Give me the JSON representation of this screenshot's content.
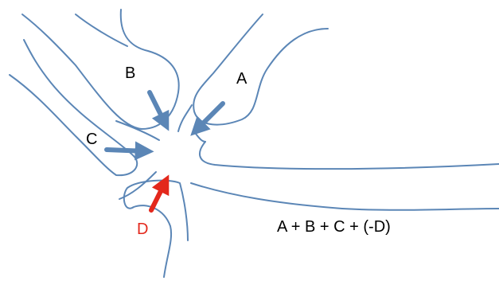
{
  "labels": {
    "a": "A",
    "b": "B",
    "c": "C",
    "d": "D",
    "sum": "A + B + C + (-D)"
  },
  "colors": {
    "membrane": "#5b86b6",
    "excitatory_arrow": "#5b86b6",
    "inhibitory_arrow": "#e3281c",
    "text": "#000000",
    "inhibitory_text": "#e3281c"
  }
}
